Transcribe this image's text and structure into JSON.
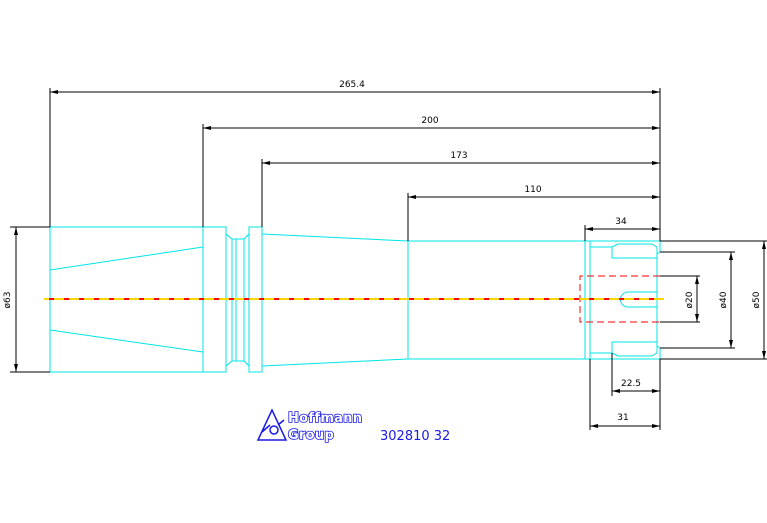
{
  "dimensions": {
    "overall_length": "265.4",
    "length_200": "200",
    "length_173": "173",
    "length_110": "110",
    "length_34": "34",
    "length_22_5": "22.5",
    "length_31": "31",
    "dia_63": "ø63",
    "dia_20": "ø20",
    "dia_40": "ø40",
    "dia_50": "ø50"
  },
  "logo": {
    "line1": "Hoffmann",
    "line2": "Group"
  },
  "part_number": "302810 32",
  "colors": {
    "outline": "#00e5e5",
    "hidden_lines": "#ff0000",
    "axis_yellow": "#ffd700",
    "dimensions": "#000000",
    "brand_blue": "#1a1ae6"
  }
}
